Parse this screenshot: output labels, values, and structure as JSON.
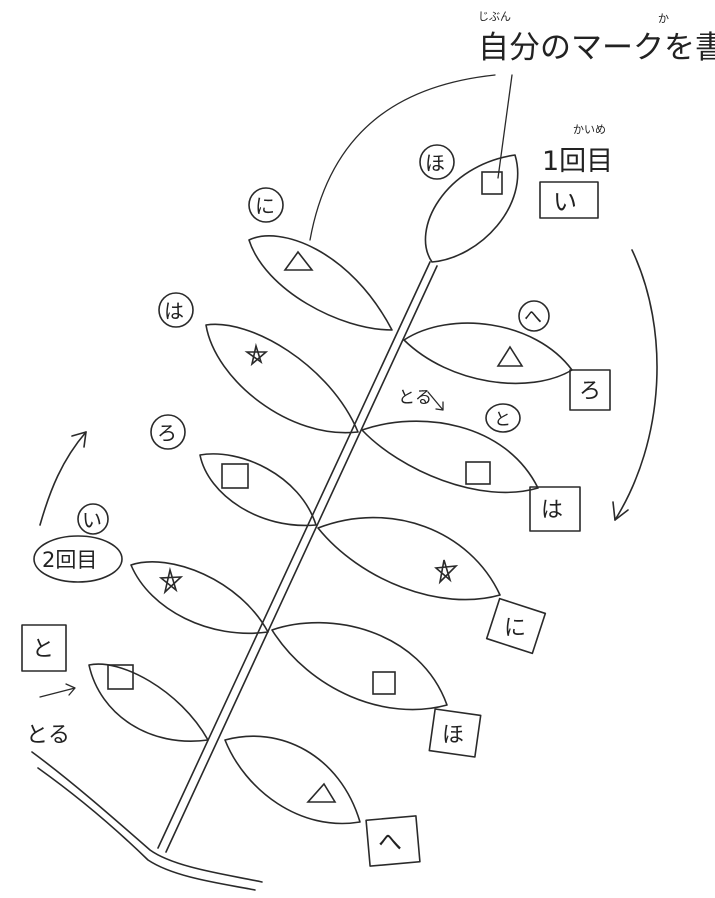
{
  "instruction": {
    "text": "自分のマークを書く",
    "ruby_jibun": "じぶん",
    "ruby_kaku": "か"
  },
  "round1": {
    "text": "1回目",
    "ruby": "かいめ",
    "start_label": "い"
  },
  "round2": {
    "text": "2回目",
    "start_label": "い"
  },
  "toru_mid": "とる",
  "toru_left": "とる",
  "left_labels": {
    "ni": "に",
    "ha": "は",
    "ho": "ほ",
    "ro": "ろ",
    "to": "と"
  },
  "right_labels": {
    "he": "へ",
    "to": "と",
    "ro": "ろ",
    "ha": "は",
    "ni": "に",
    "ho": "ほ",
    "he_bottom": "へ"
  },
  "marks": [
    "square",
    "triangle",
    "star",
    "triangle",
    "square",
    "square",
    "star",
    "star",
    "square",
    "square",
    "triangle"
  ]
}
